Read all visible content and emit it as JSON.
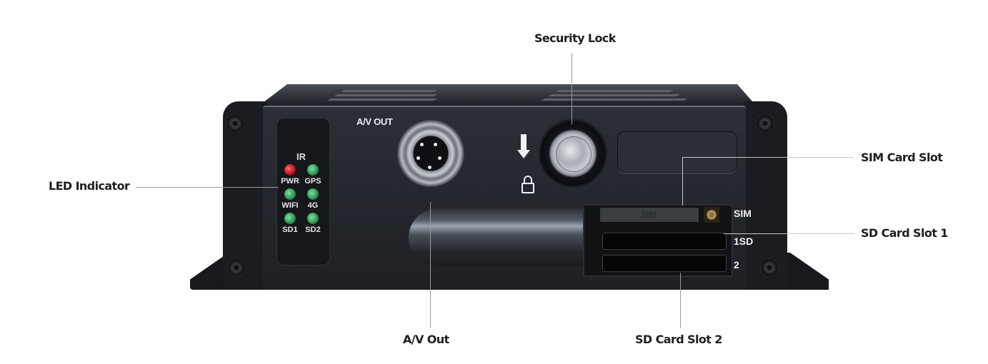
{
  "diagram": {
    "subject": "Mobile DVR front panel",
    "callouts": [
      {
        "id": "security-lock",
        "label": "Security Lock"
      },
      {
        "id": "led-indicator",
        "label": "LED Indicator"
      },
      {
        "id": "sim-card-slot",
        "label": "SIM Card Slot"
      },
      {
        "id": "sd-card-slot-1",
        "label": "SD Card Slot 1"
      },
      {
        "id": "av-out",
        "label": "A/V Out"
      },
      {
        "id": "sd-card-slot-2",
        "label": "SD Card Slot 2"
      }
    ],
    "device_labels": {
      "ir": "IR",
      "av_out": "A/V OUT",
      "sim": "SIM",
      "sd1": "1SD",
      "sd2": "2",
      "sim_tray": "SIM"
    },
    "leds": [
      {
        "label": "PWR",
        "color": "#c0141a"
      },
      {
        "label": "GPS",
        "color": "#2f9a57"
      },
      {
        "label": "WIFI",
        "color": "#2f9a57"
      },
      {
        "label": "4G",
        "color": "#2f9a57"
      },
      {
        "label": "SD1",
        "color": "#2f9a57"
      },
      {
        "label": "SD2",
        "color": "#2f9a57"
      }
    ],
    "colors": {
      "background": "#ffffff",
      "device_body": "#24272d",
      "leader_line": "#9a9a9a",
      "callout_text": "#1f1f1f"
    }
  }
}
